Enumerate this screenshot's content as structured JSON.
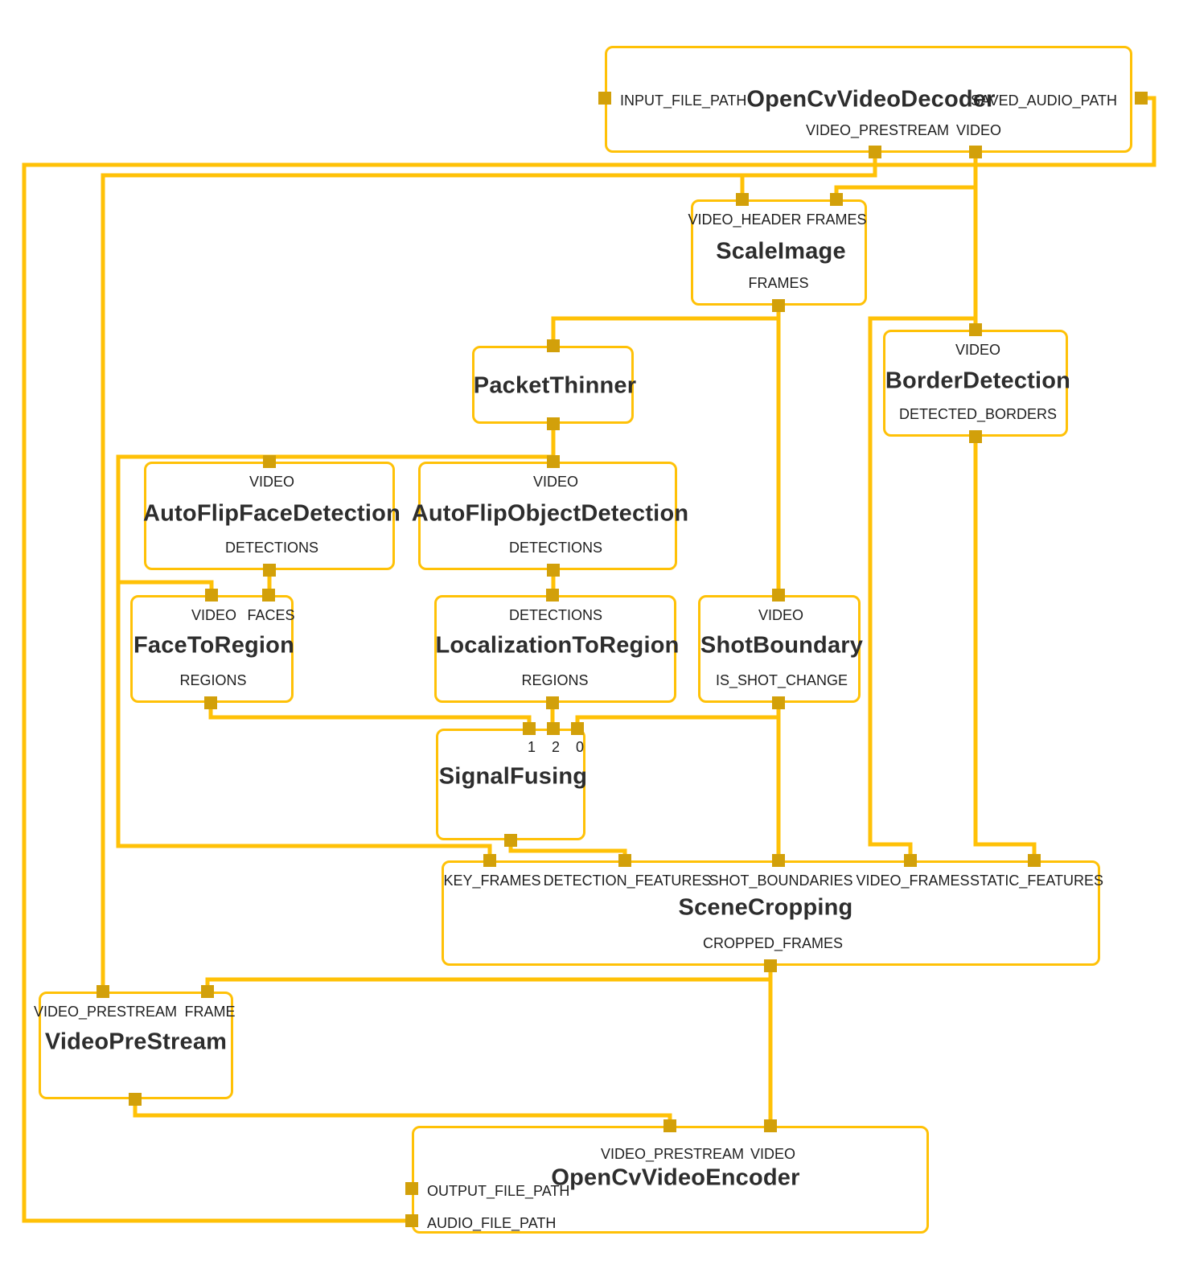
{
  "colors": {
    "edge": "#FFC107",
    "port_square": "#D2A00A",
    "node_border": "#FFC107",
    "text": "#1F1F1F"
  },
  "nodes": [
    {
      "title": "OpenCvVideoDecoder",
      "left_ports": [
        "INPUT_FILE_PATH"
      ],
      "right_ports": [
        "SAVED_AUDIO_PATH"
      ],
      "bottom_ports": [
        "VIDEO_PRESTREAM",
        "VIDEO"
      ]
    },
    {
      "title": "ScaleImage",
      "top_ports": [
        "VIDEO_HEADER",
        "FRAMES"
      ],
      "bottom_ports": [
        "FRAMES"
      ]
    },
    {
      "title": "PacketThinner"
    },
    {
      "title": "BorderDetection",
      "top_ports": [
        "VIDEO"
      ],
      "bottom_ports": [
        "DETECTED_BORDERS"
      ]
    },
    {
      "title": "AutoFlipFaceDetection",
      "top_ports": [
        "VIDEO"
      ],
      "bottom_ports": [
        "DETECTIONS"
      ]
    },
    {
      "title": "AutoFlipObjectDetection",
      "top_ports": [
        "VIDEO"
      ],
      "bottom_ports": [
        "DETECTIONS"
      ]
    },
    {
      "title": "FaceToRegion",
      "top_ports": [
        "VIDEO",
        "FACES"
      ],
      "bottom_ports": [
        "REGIONS"
      ]
    },
    {
      "title": "LocalizationToRegion",
      "top_ports": [
        "DETECTIONS"
      ],
      "bottom_ports": [
        "REGIONS"
      ]
    },
    {
      "title": "ShotBoundary",
      "top_ports": [
        "VIDEO"
      ],
      "bottom_ports": [
        "IS_SHOT_CHANGE"
      ]
    },
    {
      "title": "SignalFusing",
      "top_ports": [
        "1",
        "2",
        "0"
      ]
    },
    {
      "title": "SceneCropping",
      "top_ports": [
        "KEY_FRAMES",
        "DETECTION_FEATURES",
        "SHOT_BOUNDARIES",
        "VIDEO_FRAMES",
        "STATIC_FEATURES"
      ],
      "bottom_ports": [
        "CROPPED_FRAMES"
      ]
    },
    {
      "title": "VideoPreStream",
      "top_ports": [
        "VIDEO_PRESTREAM",
        "FRAME"
      ]
    },
    {
      "title": "OpenCvVideoEncoder",
      "top_ports": [
        "VIDEO_PRESTREAM",
        "VIDEO"
      ],
      "left_ports": [
        "OUTPUT_FILE_PATH",
        "AUDIO_FILE_PATH"
      ]
    }
  ],
  "connections": [
    {
      "from": "OpenCvVideoDecoder.SAVED_AUDIO_PATH",
      "to": "OpenCvVideoEncoder.AUDIO_FILE_PATH"
    },
    {
      "from": "OpenCvVideoDecoder.VIDEO_PRESTREAM",
      "to": "ScaleImage.VIDEO_HEADER"
    },
    {
      "from": "OpenCvVideoDecoder.VIDEO_PRESTREAM",
      "to": "VideoPreStream.VIDEO_PRESTREAM"
    },
    {
      "from": "OpenCvVideoDecoder.VIDEO",
      "to": "ScaleImage.FRAMES"
    },
    {
      "from": "OpenCvVideoDecoder.VIDEO",
      "to": "BorderDetection.VIDEO"
    },
    {
      "from": "OpenCvVideoDecoder.VIDEO",
      "to": "SceneCropping.VIDEO_FRAMES"
    },
    {
      "from": "ScaleImage.FRAMES",
      "to": "PacketThinner"
    },
    {
      "from": "ScaleImage.FRAMES",
      "to": "ShotBoundary.VIDEO"
    },
    {
      "from": "PacketThinner",
      "to": "AutoFlipFaceDetection.VIDEO"
    },
    {
      "from": "PacketThinner",
      "to": "AutoFlipObjectDetection.VIDEO"
    },
    {
      "from": "PacketThinner",
      "to": "FaceToRegion.VIDEO"
    },
    {
      "from": "PacketThinner",
      "to": "SceneCropping.KEY_FRAMES"
    },
    {
      "from": "AutoFlipFaceDetection.DETECTIONS",
      "to": "FaceToRegion.FACES"
    },
    {
      "from": "AutoFlipObjectDetection.DETECTIONS",
      "to": "LocalizationToRegion.DETECTIONS"
    },
    {
      "from": "FaceToRegion.REGIONS",
      "to": "SignalFusing.1"
    },
    {
      "from": "LocalizationToRegion.REGIONS",
      "to": "SignalFusing.2"
    },
    {
      "from": "ShotBoundary.IS_SHOT_CHANGE",
      "to": "SignalFusing.0"
    },
    {
      "from": "ShotBoundary.IS_SHOT_CHANGE",
      "to": "SceneCropping.SHOT_BOUNDARIES"
    },
    {
      "from": "SignalFusing",
      "to": "SceneCropping.DETECTION_FEATURES"
    },
    {
      "from": "BorderDetection.DETECTED_BORDERS",
      "to": "SceneCropping.STATIC_FEATURES"
    },
    {
      "from": "SceneCropping.CROPPED_FRAMES",
      "to": "VideoPreStream.FRAME"
    },
    {
      "from": "SceneCropping.CROPPED_FRAMES",
      "to": "OpenCvVideoEncoder.VIDEO"
    },
    {
      "from": "VideoPreStream",
      "to": "OpenCvVideoEncoder.VIDEO_PRESTREAM"
    }
  ]
}
